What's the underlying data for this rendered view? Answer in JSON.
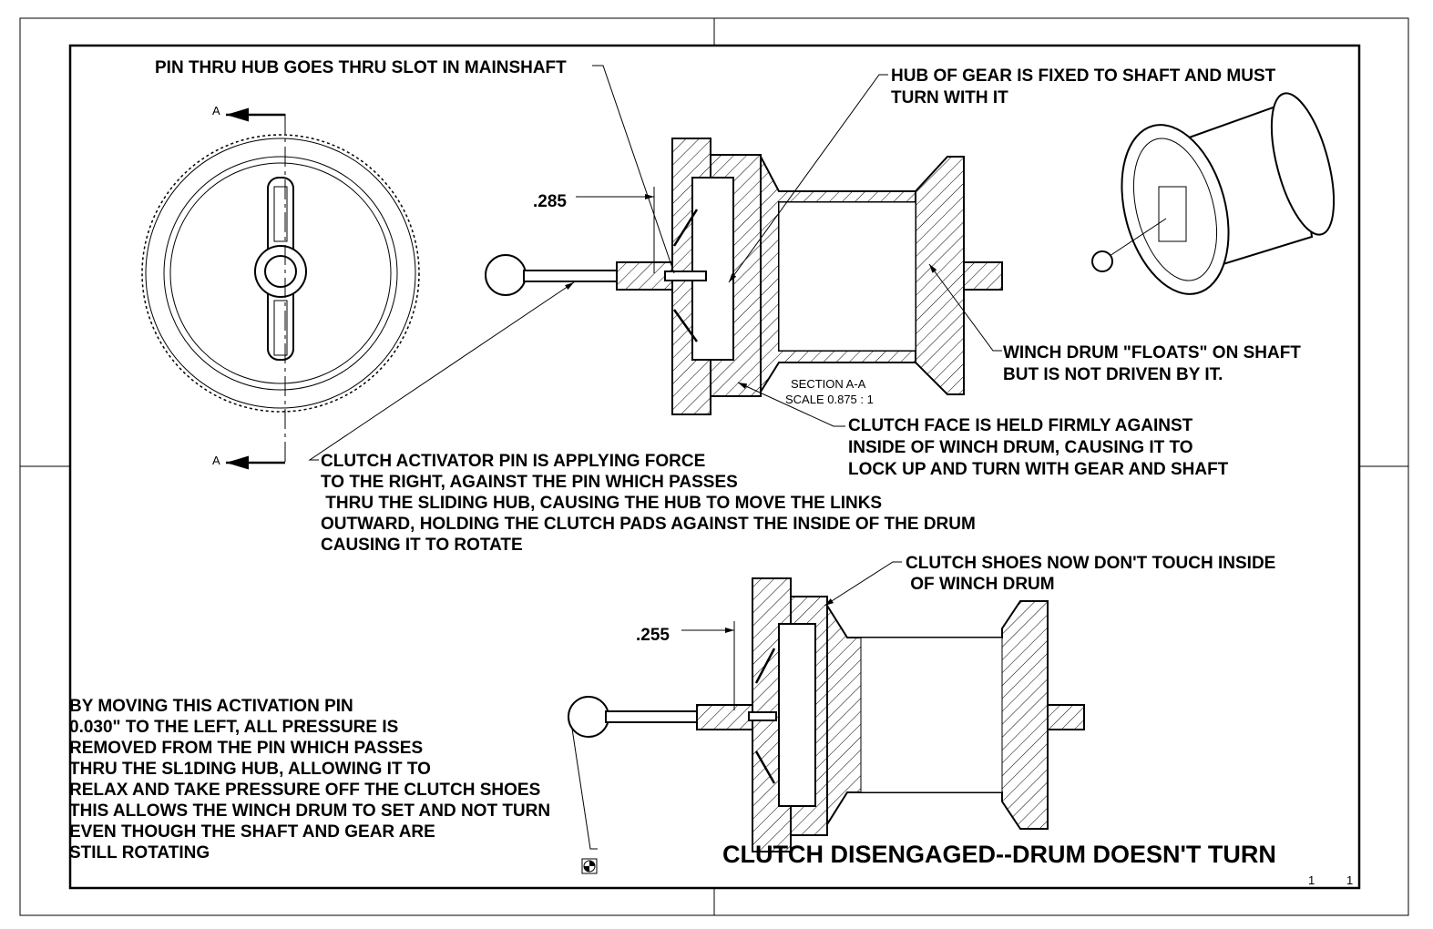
{
  "notes": {
    "pin_thru_hub": "PIN THRU HUB GOES THRU SLOT IN MAINSHAFT",
    "hub_of_gear": [
      "HUB OF GEAR IS FIXED TO SHAFT AND MUST",
      "TURN WITH IT"
    ],
    "winch_drum_floats": [
      "WINCH DRUM \"FLOATS\" ON SHAFT",
      "BUT IS NOT DRIVEN BY IT."
    ],
    "clutch_face": [
      "CLUTCH FACE IS HELD FIRMLY AGAINST",
      "INSIDE OF WINCH DRUM, CAUSING IT TO",
      "LOCK UP AND TURN WITH GEAR AND SHAFT"
    ],
    "clutch_activator": [
      "CLUTCH ACTIVATOR PIN IS APPLYING FORCE",
      "TO THE RIGHT, AGAINST THE PIN WHICH PASSES",
      " THRU THE SLIDING HUB, CAUSING THE HUB TO MOVE THE LINKS",
      "OUTWARD, HOLDING THE CLUTCH PADS AGAINST THE INSIDE OF THE DRUM",
      "CAUSING IT TO ROTATE"
    ],
    "clutch_shoes": [
      "CLUTCH SHOES NOW DON'T TOUCH INSIDE",
      " OF WINCH DRUM"
    ],
    "moving_pin": [
      "BY MOVING THIS ACTIVATION PIN",
      "0.030\" TO THE LEFT, ALL PRESSURE IS",
      "REMOVED FROM THE PIN WHICH PASSES",
      "THRU THE SL1DING HUB, ALLOWING IT TO",
      "RELAX AND TAKE PRESSURE OFF THE CLUTCH SHOES",
      "THIS ALLOWS THE WINCH DRUM TO SET AND NOT TURN",
      "EVEN THOUGH THE SHAFT AND GEAR ARE",
      "STILL ROTATING"
    ]
  },
  "section": {
    "label": "SECTION A-A",
    "scale": "SCALE 0.875 : 1",
    "arrow_label": "A"
  },
  "dimensions": {
    "engaged": ".285",
    "disengaged": ".255"
  },
  "title": "CLUTCH DISENGAGED--DRUM DOESN'T TURN",
  "sheet_marks": [
    "1",
    "1"
  ]
}
